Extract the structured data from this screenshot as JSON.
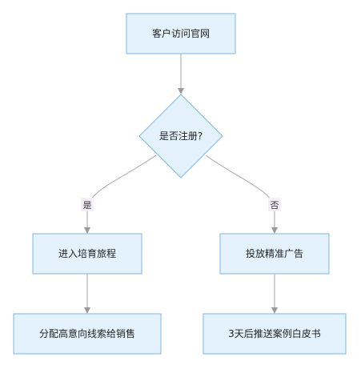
{
  "nodes": {
    "visit": "客户访问官网",
    "registered": "是否注册?",
    "nurture": "进入培育旅程",
    "ads": "投放精准广告",
    "assign": "分配高意向线索给销售",
    "push": "3天后推送案例白皮书"
  },
  "edges": {
    "yes_label": "是",
    "no_label": "否"
  }
}
